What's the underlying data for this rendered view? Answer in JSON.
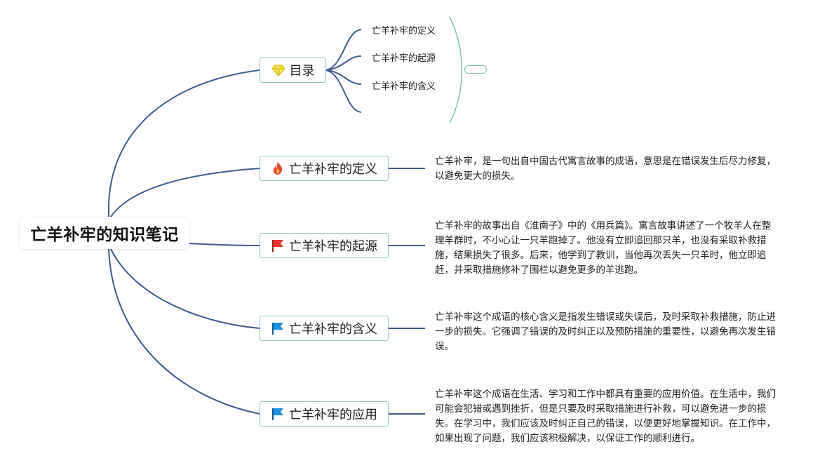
{
  "root": {
    "title": "亡羊补牢的知识笔记"
  },
  "branches": [
    {
      "label": "目录",
      "icon": "diamond-icon"
    },
    {
      "label": "亡羊补牢的定义",
      "icon": "fire-icon"
    },
    {
      "label": "亡羊补牢的起源",
      "icon": "red-flag-icon"
    },
    {
      "label": "亡羊补牢的含义",
      "icon": "blue-flag-icon"
    },
    {
      "label": "亡羊补牢的应用",
      "icon": "blue-flag-icon"
    }
  ],
  "toc": [
    "亡羊补牢的定义",
    "亡羊补牢的起源",
    "亡羊补牢的含义"
  ],
  "descriptions": [
    "亡羊补牢，是一句出自中国古代寓言故事的成语，意思是在错误发生后尽力修复，以避免更大的损失。",
    "亡羊补牢的故事出自《淮南子》中的《用兵篇》。寓言故事讲述了一个牧羊人在整理羊群时，不小心让一只羊跑掉了。他没有立即追回那只羊，也没有采取补救措施，结果损失了很多。后来，他学到了教训，当他再次丢失一只羊时，他立即追赶，并采取措施修补了围栏以避免更多的羊逃跑。",
    "亡羊补牢这个成语的核心含义是指发生错误或失误后，及时采取补救措施，防止进一步的损失。它强调了错误的及时纠正以及预防措施的重要性，以避免再次发生错误。",
    "亡羊补牢这个成语在生活、学习和工作中都具有重要的应用价值。在生活中，我们可能会犯错或遇到挫折，但是只要及时采取措施进行补救，可以避免进一步的损失。在学习中，我们应该及时纠正自己的错误，以便更好地掌握知识。在工作中，如果出现了问题，我们应该积极解决，以保证工作的顺利进行。"
  ],
  "colors": {
    "line": "#3f5a8f",
    "node_border": "#8fc4bd",
    "summary": "#7fbfb6",
    "flag_red": "#e8352c",
    "flag_blue": "#1f8fe0",
    "fire": "#e8452c",
    "diamond": "#f2d21b"
  }
}
